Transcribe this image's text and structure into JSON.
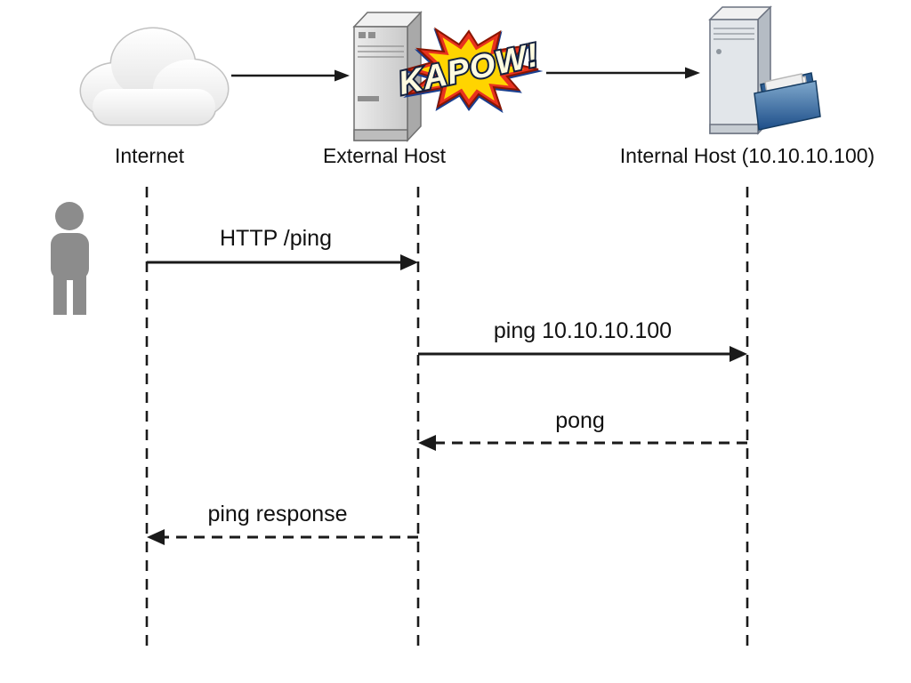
{
  "diagram": {
    "type": "sequence-diagram",
    "description": "Ping flow through external host to internal host"
  },
  "actors": [
    {
      "label": "Internet",
      "icon": "cloud-icon"
    },
    {
      "label": "External Host",
      "icon": "server-tower-icon"
    },
    {
      "label": "Internal Host (10.10.10.100)",
      "icon": "server-files-icon"
    }
  ],
  "burst": {
    "label": "KAPOW!"
  },
  "person": {
    "icon": "person-icon"
  },
  "messages": [
    {
      "label": "HTTP /ping",
      "from": "Internet",
      "to": "External Host",
      "style": "solid"
    },
    {
      "label": "ping 10.10.10.100",
      "from": "External Host",
      "to": "Internal Host",
      "style": "solid"
    },
    {
      "label": "pong",
      "from": "Internal Host",
      "to": "External Host",
      "style": "dashed"
    },
    {
      "label": "ping response",
      "from": "External Host",
      "to": "Internet",
      "style": "dashed"
    }
  ],
  "colors": {
    "line": "#1a1a1a",
    "burst_outer": "#1a3f8f",
    "burst_mid": "#e8321e",
    "burst_inner": "#ffd400",
    "person": "#8c8c8c",
    "folder_blue": "#2f5f94"
  }
}
